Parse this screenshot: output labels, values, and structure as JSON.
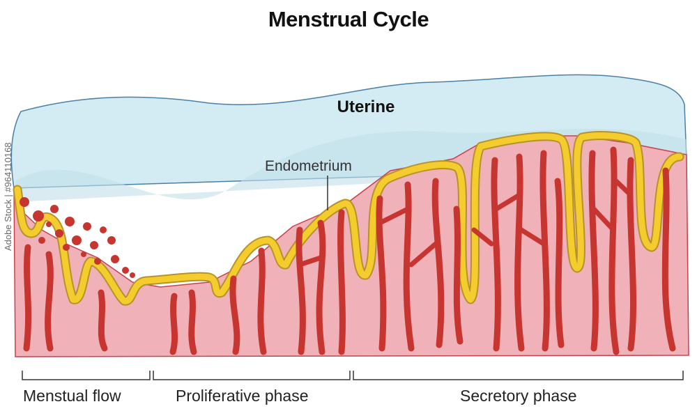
{
  "title": "Menstrual Cycle",
  "labels": {
    "uterine": "Uterine",
    "endometrium": "Endometrium"
  },
  "phases": [
    {
      "label": "Menstual flow"
    },
    {
      "label": "Proliferative phase"
    },
    {
      "label": "Secretory phase"
    }
  ],
  "watermark": "Adobe Stock | #964110168",
  "colors": {
    "uterine_fill": "#d3ebf2",
    "uterine_outline": "#4a7fa8",
    "tissue_fill": "#f0b2b8",
    "gland_red": "#c73530",
    "lining_yellow": "#f4cc2e",
    "lining_outline": "#b5932a"
  }
}
